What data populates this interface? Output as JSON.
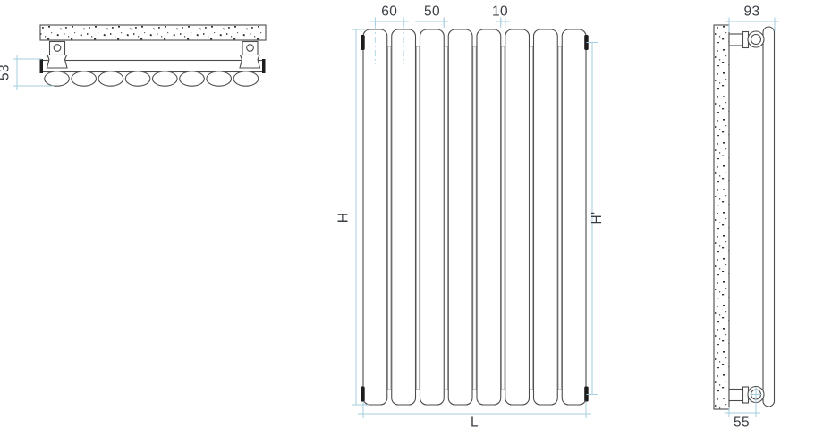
{
  "colors": {
    "outline": "#4c4c4c",
    "dark_fill": "#1d1d1d",
    "dimension_line": "#a5cede",
    "centerline": "#b8d9e7",
    "label_text": "#393e44",
    "background": "#ffffff"
  },
  "top_view": {
    "depth_label": "53",
    "tube_count": 8,
    "bracket_count": 2
  },
  "front_view": {
    "panel_count": 8,
    "pitch_label": "60",
    "panel_width_label": "50",
    "gap_label": "10",
    "height_label": "H",
    "connection_height_label": "H'",
    "length_label": "L"
  },
  "side_view": {
    "depth_label": "93",
    "bracket_offset_label": "55"
  }
}
